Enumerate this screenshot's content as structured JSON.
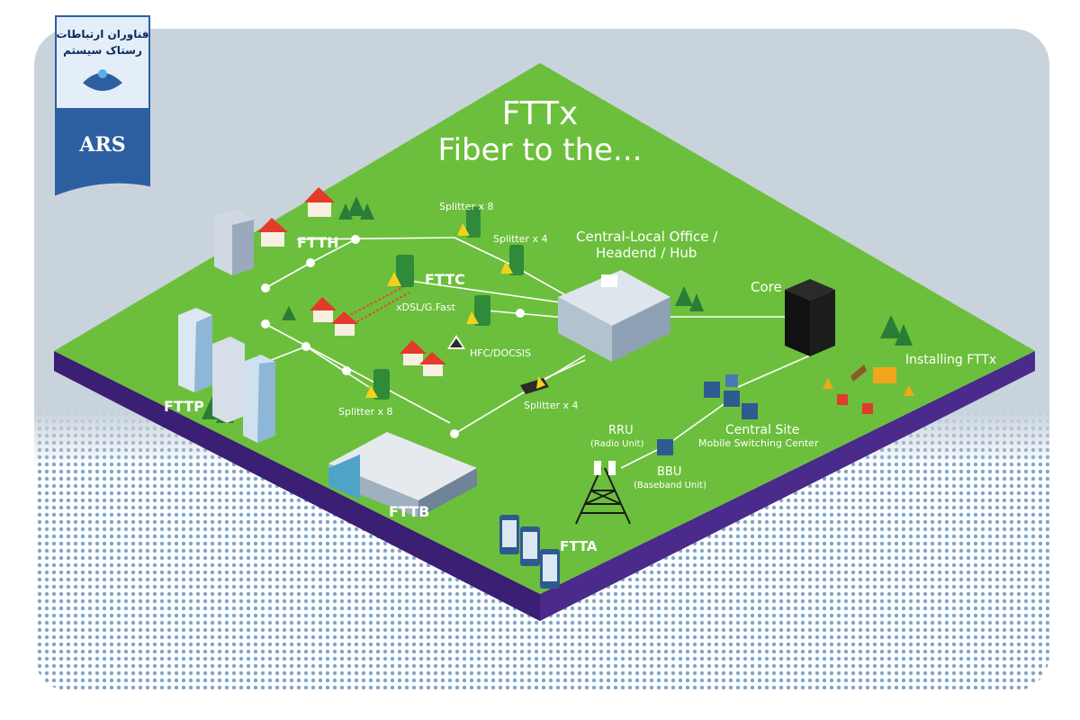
{
  "logo": {
    "line1": "فناوران ارتباطات",
    "line2": "رستاک سیستم",
    "brand": "ARS"
  },
  "title": {
    "line1": "FTTx",
    "line2": "Fiber to the..."
  },
  "labels": {
    "ftth": "FTTH",
    "fttc": "FTTC",
    "fttp": "FTTP",
    "fttb": "FTTB",
    "ftta": "FTTA",
    "splitter_x8_top": "Splitter x 8",
    "splitter_x4_top": "Splitter x 4",
    "splitter_x8_bottom": "Splitter x 8",
    "splitter_x4_bottom": "Splitter x 4",
    "xdsl": "xDSL/G.Fast",
    "hfc": "HFC/DOCSIS",
    "central_office_1": "Central-Local Office /",
    "central_office_2": "Headend / Hub",
    "core": "Core",
    "installing": "Installing FTTx",
    "central_site": "Central Site",
    "msc": "Mobile Switching Center",
    "rru": "RRU",
    "rru_sub": "(Radio Unit)",
    "bbu": "BBU",
    "bbu_sub": "(Baseband Unit)"
  },
  "colors": {
    "platform_green": "#6cbf3c",
    "platform_side": "#4a2a8a",
    "background_gray": "#c9d3dc",
    "dots_blue": "#7fa6c9",
    "cabinet_green": "#2f8a3a",
    "splitter_yellow": "#f2d21b"
  }
}
